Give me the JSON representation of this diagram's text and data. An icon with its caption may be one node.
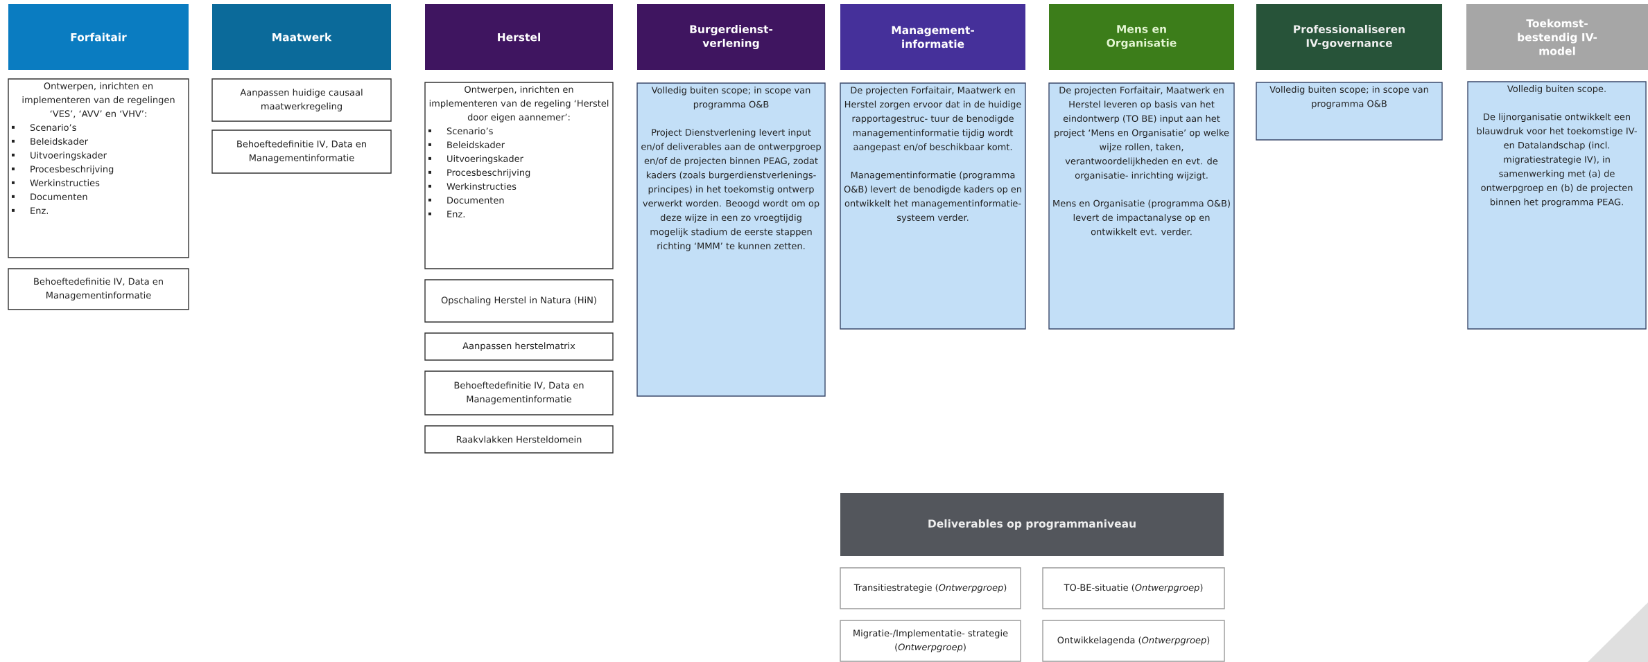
{
  "diagram": {
    "nodes": [
      {
        "text": [
          "Forfaitair"
        ]
      },
      {
        "text": [
          "Maatwerk"
        ]
      },
      {
        "text": [
          "Herstel"
        ]
      },
      {
        "text": [
          "Burgerdienst- verlening"
        ]
      },
      {
        "text": [
          "Management- informatie"
        ]
      },
      {
        "text": [
          "Mens en Organisatie"
        ]
      },
      {
        "text": [
          "Professionaliseren IV-governance"
        ]
      },
      {
        "text": [
          "Toekomst- bestendig IV- model"
        ]
      },
      {
        "text": [
          "Ontwerpen, inrichten en implementeren van de regelingen ‘VES’, ‘AVV’ en ‘VHV’:",
          "Scenario’s",
          "Beleidskader",
          "Uitvoeringskader",
          "Procesbeschrijving",
          "Werkinstructies",
          "Documenten",
          "Enz."
        ]
      },
      {
        "text": [
          "Behoeftedefinitie IV, Data en Managementinformatie"
        ]
      },
      {
        "text": [
          "Aanpassen huidige causaal maatwerkregeling"
        ]
      },
      {
        "text": [
          "Behoeftedefinitie IV, Data en Managementinformatie"
        ]
      },
      {
        "text": [
          "Ontwerpen, inrichten en implementeren van de regeling ‘Herstel door eigen aannemer’:",
          "Scenario’s",
          "Beleidskader",
          "Uitvoeringskader",
          "Procesbeschrijving",
          "Werkinstructies",
          "Documenten",
          "Enz."
        ]
      },
      {
        "text": [
          "Opschaling Herstel in Natura (HiN)"
        ]
      },
      {
        "text": [
          "Aanpassen herstelmatrix"
        ]
      },
      {
        "text": [
          "Behoeftedefinitie IV, Data en Managementinformatie"
        ]
      },
      {
        "text": [
          "Raakvlakken Hersteldomein"
        ]
      },
      {
        "text": [
          "Volledig buiten scope; in scope van programma O&B",
          "Project Dienstverlening levert input en/of deliverables aan de ontwerpgroep en/of de projecten binnen PEAG, zodat kaders (zoals burgerdienstverlenings- principes) in het toekomstig ontwerp verwerkt worden. Beoogd wordt om op deze wijze in een zo vroegtijdig mogelijk stadium de eerste stappen richting ‘MMM’ te kunnen zetten."
        ]
      },
      {
        "text": [
          "De projecten Forfaitair, Maatwerk en Herstel zorgen ervoor dat in de huidige rapportagestruc- tuur de benodigde managementinformatie tijdig wordt aangepast en/of beschikbaar komt.",
          "Managementinformatie (programma O&B) levert de benodigde kaders op en ontwikkelt het managementinformatie- systeem verder."
        ]
      },
      {
        "text": [
          "De projecten Forfaitair, Maatwerk en Herstel leveren op basis van het eindontwerp (TO BE) input aan het project ‘Mens en Organisatie’ op welke wijze rollen, taken, verantwoordelijkheden en evt. de organisatie- inrichting wijzigt.",
          "Mens en Organisatie (programma O&B) levert de impactanalyse op en ontwikkelt evt. verder."
        ]
      },
      {
        "text": [
          "Volledig buiten scope; in scope van programma O&B"
        ]
      },
      {
        "text": [
          "Volledig buiten scope.",
          "De lijnorganisatie ontwikkelt een blauwdruk voor het toekomstige IV- en Datalandschap (incl. migratiestrategie IV), in samenwerking met (a) de ontwerpgroep en (b) de projecten binnen het programma PEAG."
        ]
      },
      {
        "text": [
          "Deliverables op programmaniveau"
        ]
      },
      {
        "text": [
          "Transitiestrategie (*Ontwerpgroep*)"
        ]
      },
      {
        "text": [
          "TO-BE-situatie (*Ontwerpgroep*)"
        ]
      },
      {
        "text": [
          "Migratie-/Implementatie- strategie (*Ontwerpgroep*)"
        ]
      },
      {
        "text": [
          "Ontwikkelagenda (*Ontwerpgroep*)"
        ]
      }
    ]
  }
}
